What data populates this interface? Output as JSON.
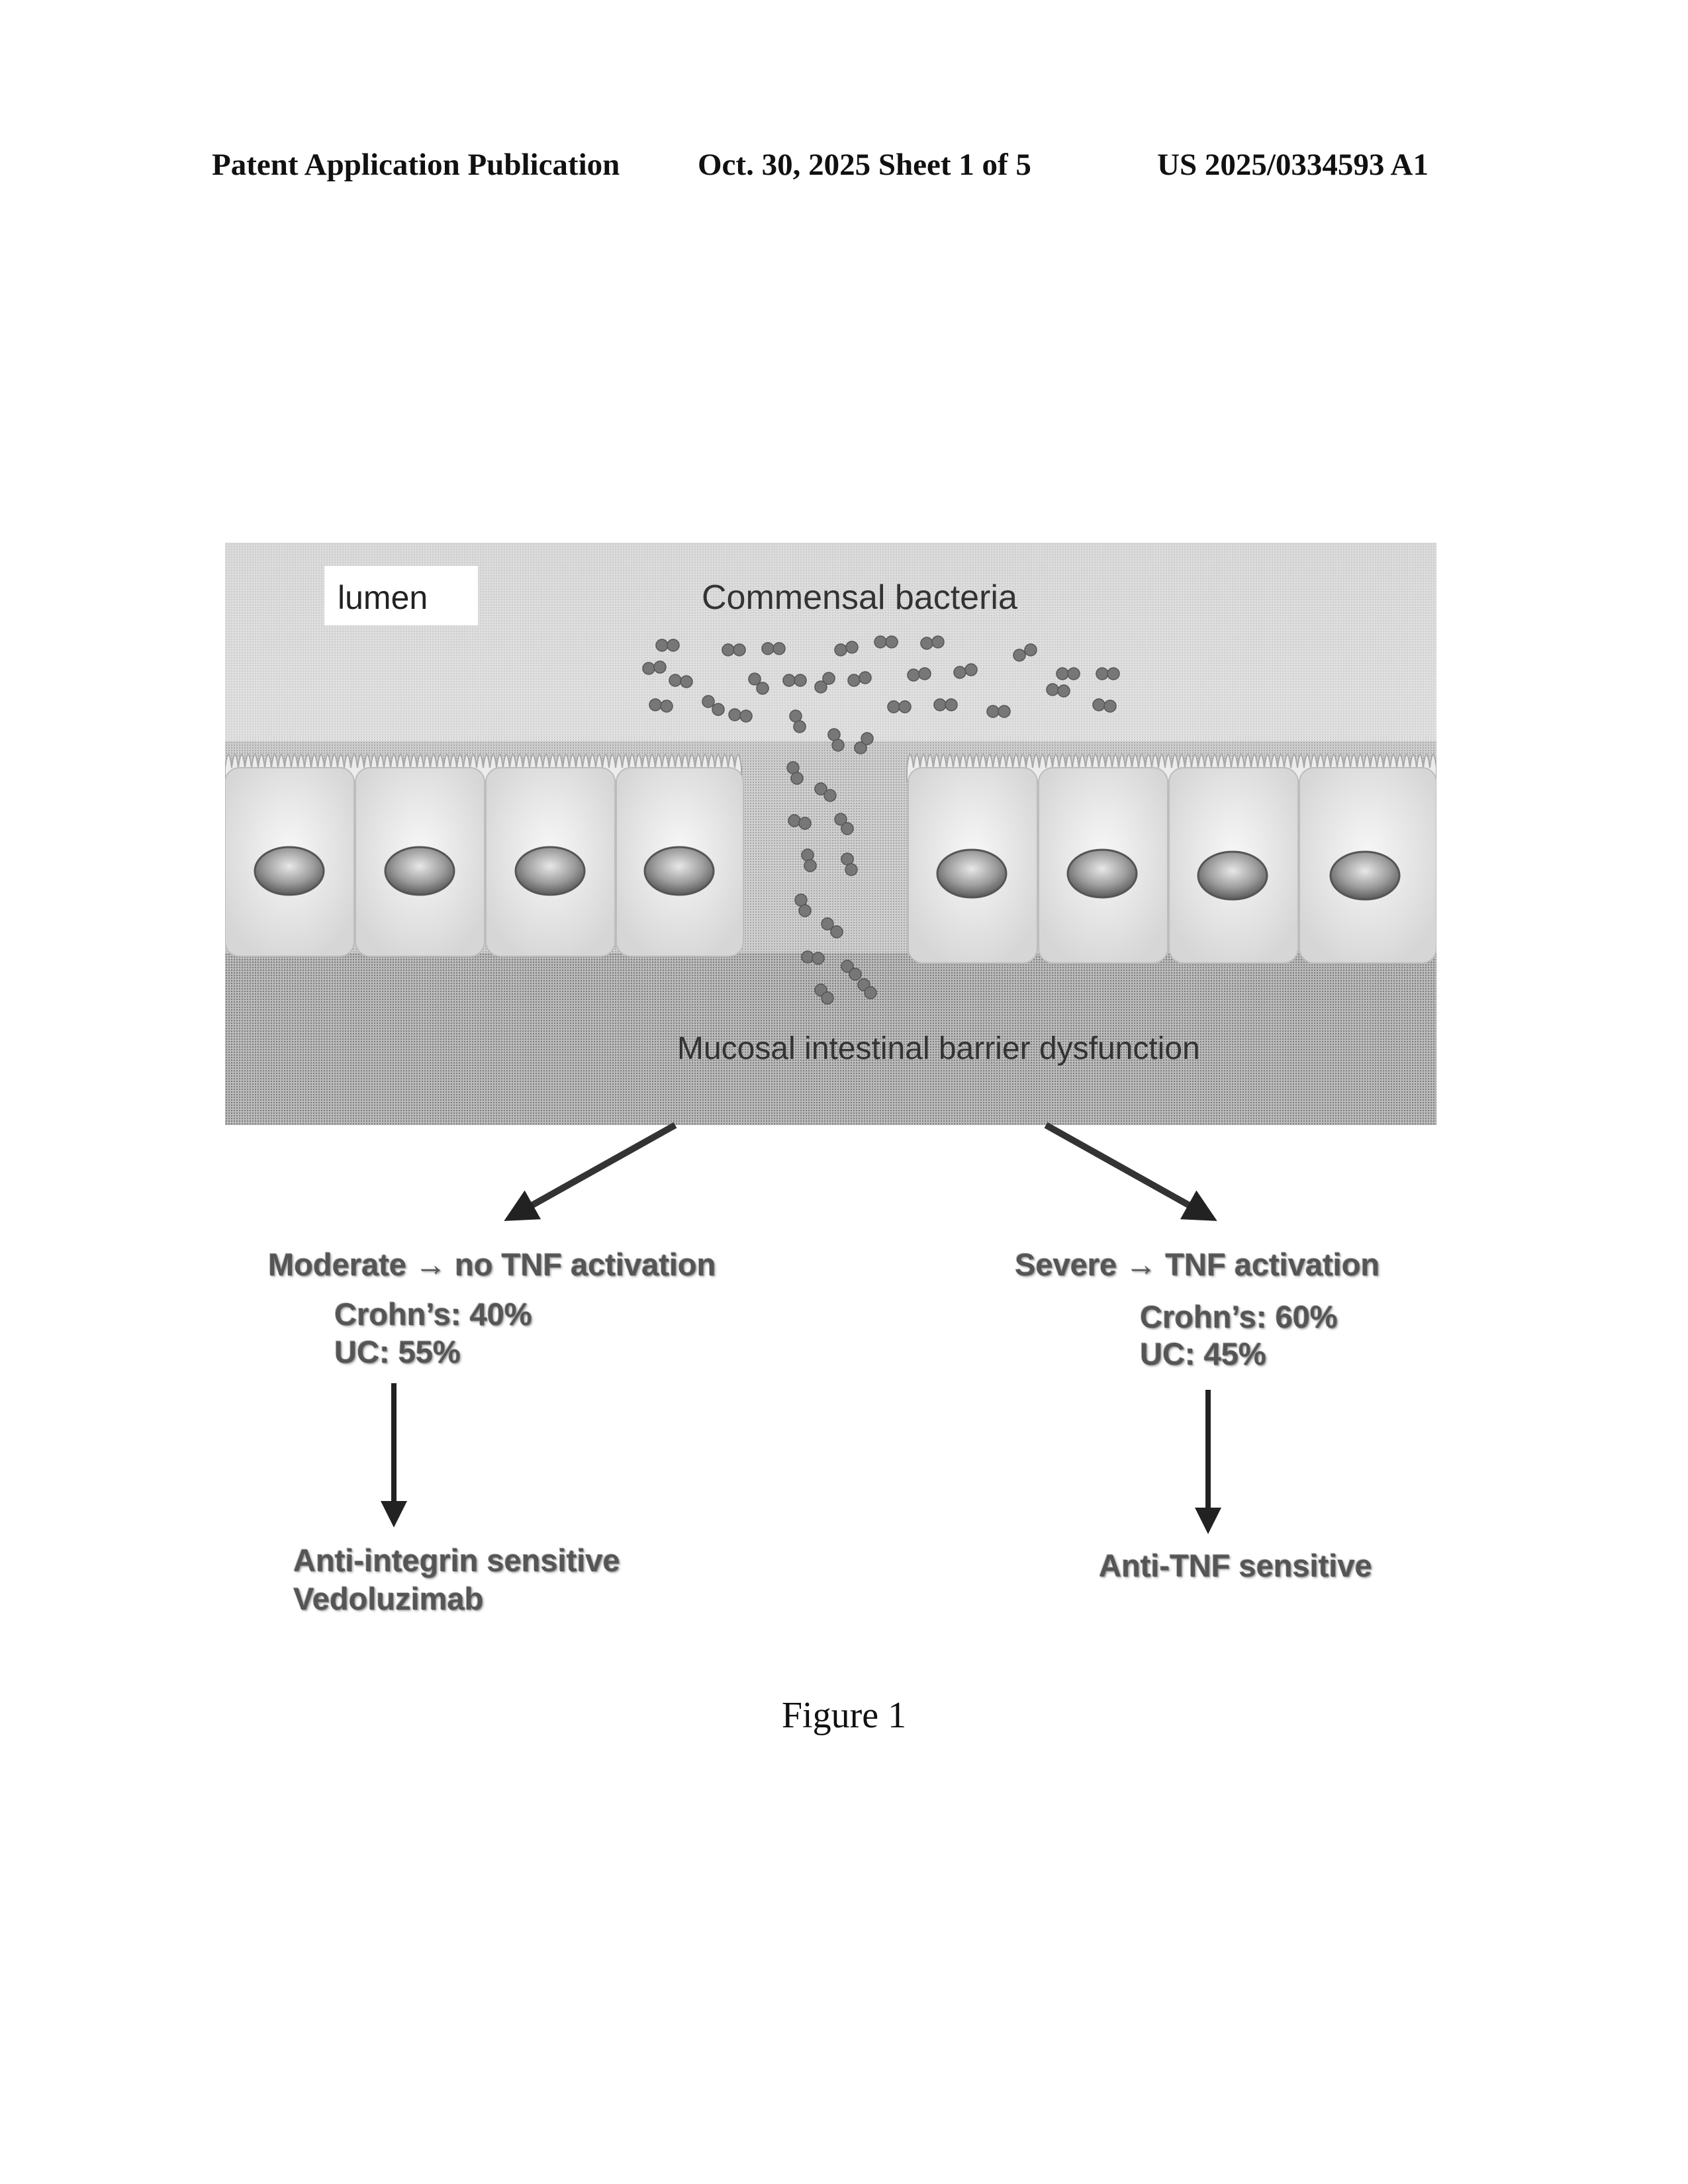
{
  "header": {
    "left": "Patent Application Publication",
    "middle": "Oct. 30, 2025   Sheet 1 of 5",
    "right": "US 2025/0334593 A1"
  },
  "diagram": {
    "lumen_label": "lumen",
    "bacteria_label": "Commensal bacteria",
    "barrier_label": "Mucosal intestinal barrier dysfunction"
  },
  "left_branch": {
    "condition": "Moderate → no TNF activation",
    "crohns": "Crohn’s: 40%",
    "uc": "UC: 55%",
    "outcome_line1": "Anti-integrin sensitive",
    "outcome_line2": "Vedoluzimab"
  },
  "right_branch": {
    "condition": "Severe → TNF activation",
    "crohns": "Crohn’s: 60%",
    "uc": "UC: 45%",
    "outcome": "Anti-TNF sensitive"
  },
  "figure_label": "Figure 1"
}
